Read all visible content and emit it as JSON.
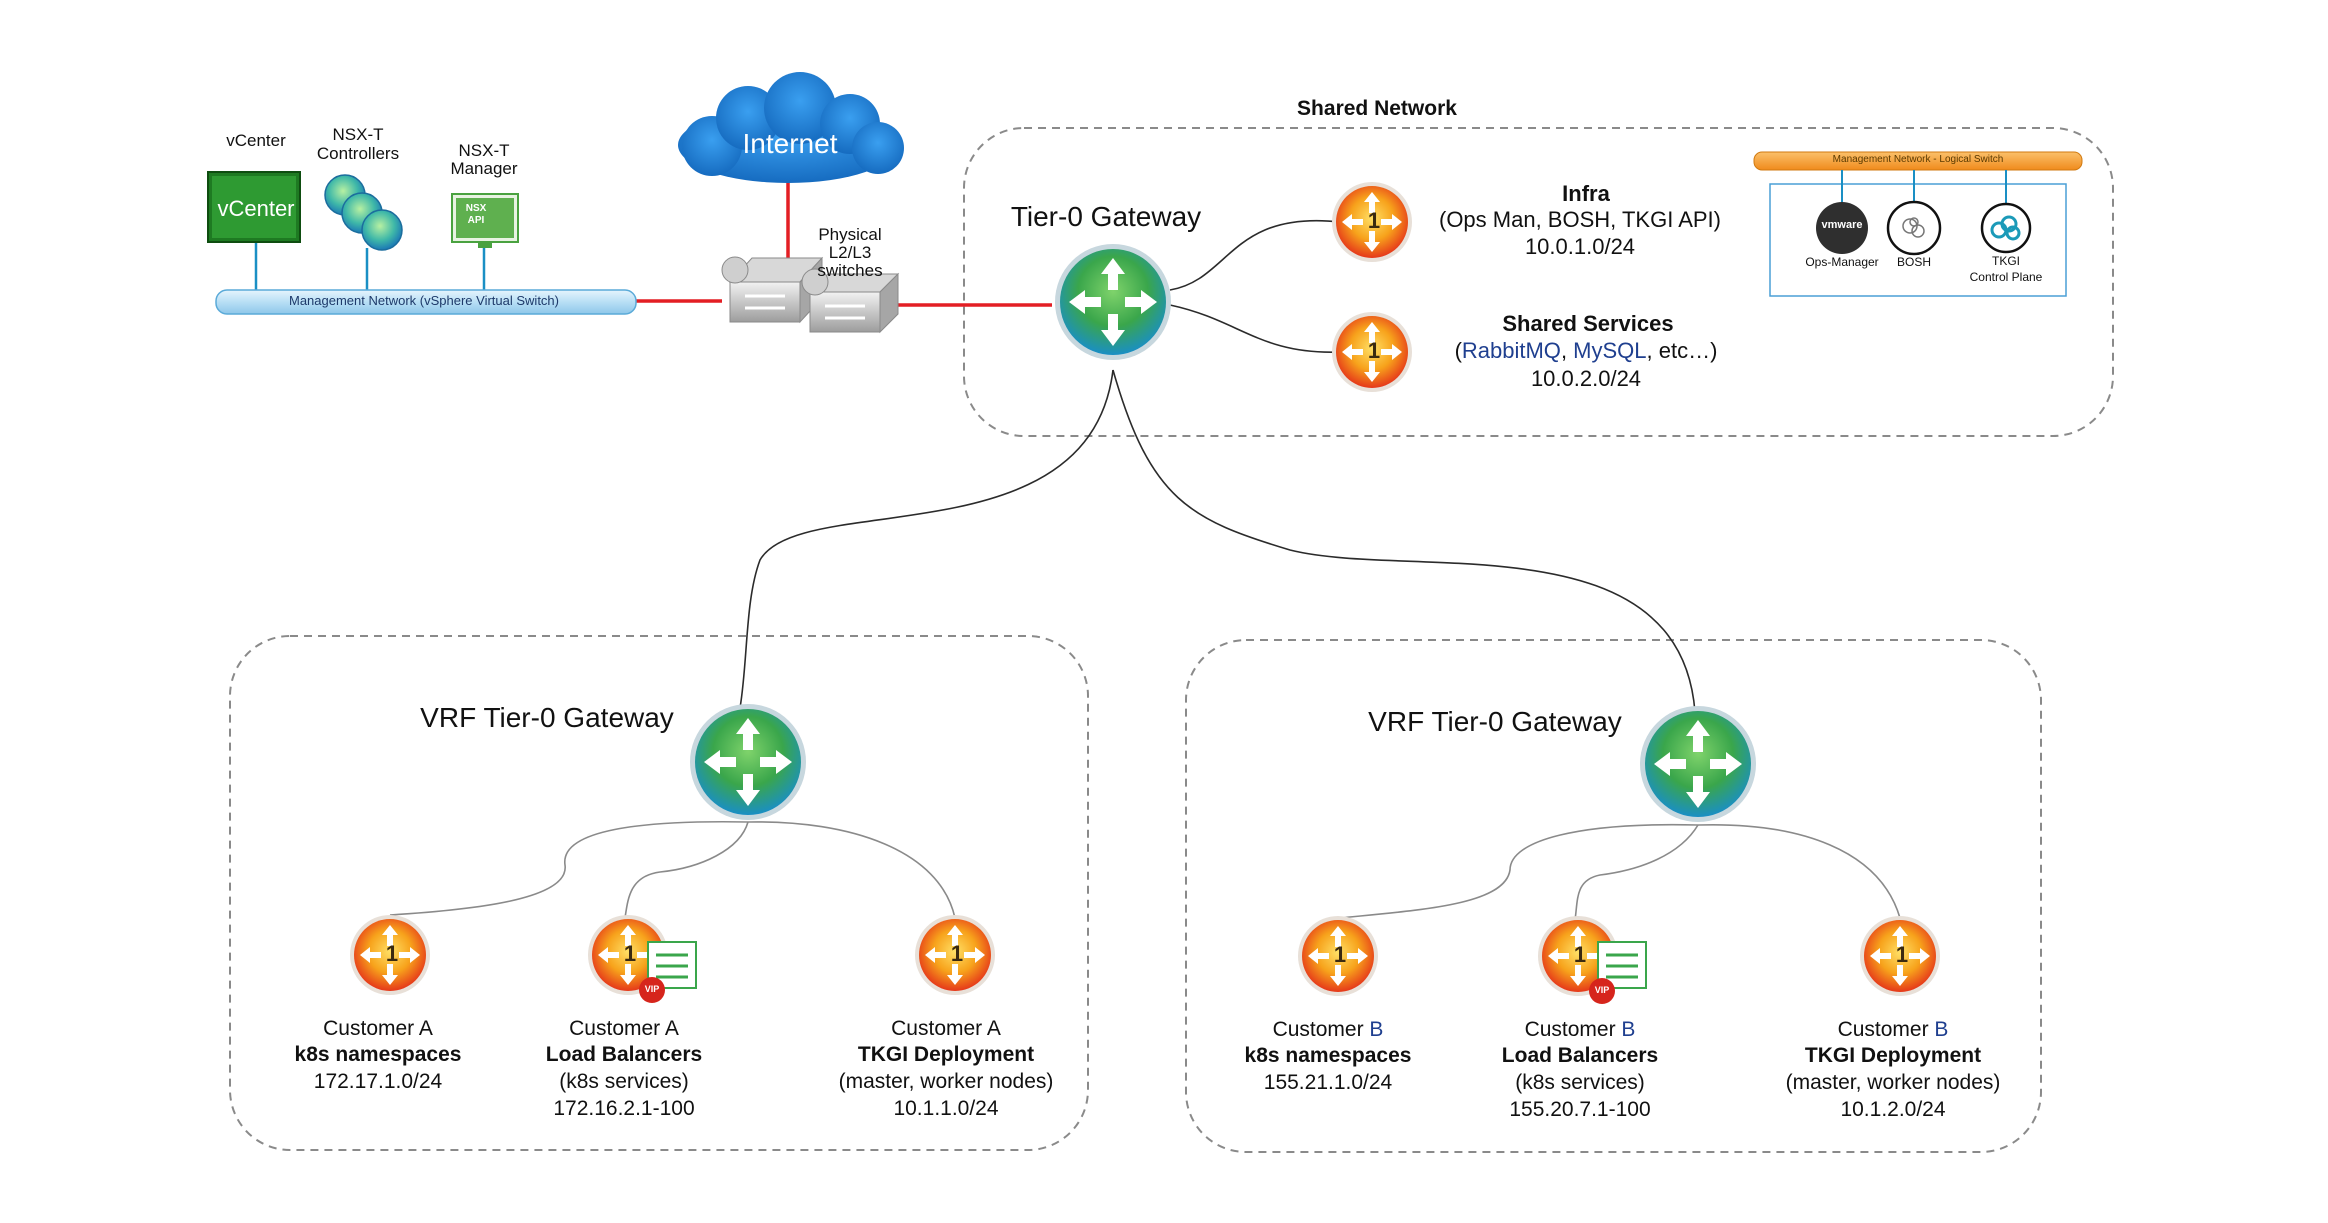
{
  "shared_network": {
    "title": "Shared Network",
    "tier0_label": "Tier-0 Gateway",
    "infra": {
      "title": "Infra",
      "line1": "(Ops Man, BOSH, TKGI API)",
      "cidr": "10.0.1.0/24"
    },
    "shared_services": {
      "title": "Shared Services",
      "paren_open": "(",
      "rabbitmq": "RabbitMQ",
      "sep1": ", ",
      "mysql": "MySQL",
      "rest": ", etc…)",
      "cidr": "10.0.2.0/24"
    },
    "mgmt_logical_switch": {
      "title": "Management Network - Logical Switch",
      "vmware_logo": "vmware",
      "ops_manager": "Ops-Manager",
      "bosh": "BOSH",
      "tkgi_line1": "TKGI",
      "tkgi_line2": "Control Plane"
    }
  },
  "management": {
    "vcenter_label": "vCenter",
    "vcenter_box": "vCenter",
    "nsxt_controllers_line1": "NSX-T",
    "nsxt_controllers_line2": "Controllers",
    "nsxt_manager_line1": "NSX-T",
    "nsxt_manager_line2": "Manager",
    "nsx_api_line1": "NSX",
    "nsx_api_line2": "API",
    "network_bar": "Management Network (vSphere Virtual Switch)"
  },
  "internet": {
    "label": "Internet"
  },
  "switches": {
    "line1": "Physical",
    "line2": "L2/L3",
    "line3": "switches"
  },
  "customer_a": {
    "vrf_label": "VRF Tier-0 Gateway",
    "ns": {
      "line1": "Customer A",
      "title": "k8s namespaces",
      "cidr": "172.17.1.0/24"
    },
    "lb": {
      "line1": "Customer A",
      "title": "Load Balancers",
      "sub": "(k8s services)",
      "cidr": "172.16.2.1-100",
      "vip": "VIP"
    },
    "tkgi": {
      "line1": "Customer A",
      "title": "TKGI Deployment",
      "sub": "(master, worker nodes)",
      "cidr": "10.1.1.0/24"
    }
  },
  "customer_b": {
    "vrf_label": "VRF Tier-0 Gateway",
    "ns": {
      "prefix": "Customer ",
      "letter": "B",
      "title": "k8s namespaces",
      "cidr": "155.21.1.0/24"
    },
    "lb": {
      "prefix": "Customer ",
      "letter": "B",
      "title": "Load Balancers",
      "sub": "(k8s services)",
      "cidr": "155.20.7.1-100",
      "vip": "VIP"
    },
    "tkgi": {
      "prefix": "Customer ",
      "letter": "B",
      "title": "TKGI Deployment",
      "sub": "(master, worker nodes)",
      "cidr": "10.1.2.0/24"
    }
  },
  "t1_glyph": "1",
  "colors": {
    "tier0_green": "#3aa64b",
    "tier0_blue": "#1a8fc4",
    "tier1_orange": "#f08a1c",
    "tier1_red": "#e2231a",
    "link_red": "#e31e24",
    "mgmt_orange": "#f7941d",
    "vcenter_green": "#2e8b2e"
  }
}
